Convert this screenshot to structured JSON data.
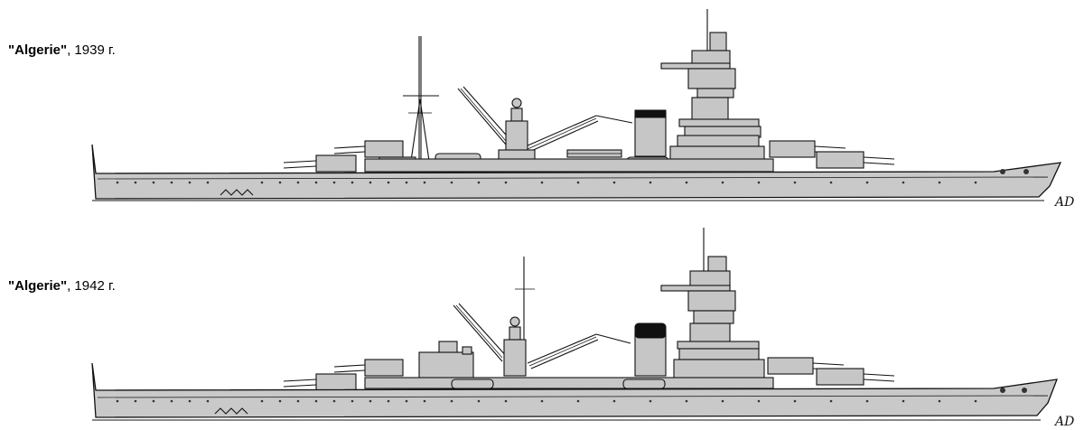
{
  "figure": {
    "labels": [
      {
        "name": "\"Algerie\"",
        "suffix": ", 1939 г."
      },
      {
        "name": "\"Algerie\"",
        "suffix": ", 1942 г."
      }
    ],
    "signature": "AD"
  },
  "colors": {
    "background": "#ffffff",
    "hull": "#c9c9c9",
    "outline": "#111111"
  }
}
